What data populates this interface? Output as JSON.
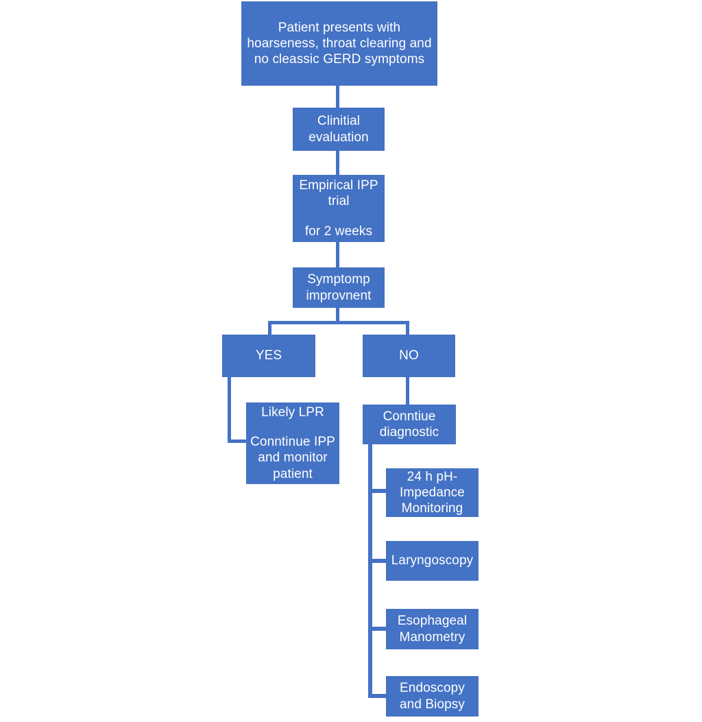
{
  "diagram": {
    "title": "LPR / GERD diagnostic flowchart",
    "background_color": "#FFFFFF",
    "node_fill_color": "#4472C4",
    "node_text_color": "#FFFFFF",
    "connector_color": "#4472C4"
  },
  "nodes": {
    "presentation": {
      "lines": [
        "Patient presents with hoarseness, throat clearing and no cleassic GERD symptoms"
      ]
    },
    "evaluation": {
      "lines": [
        "Clinitial evaluation"
      ]
    },
    "trial": {
      "lines": [
        "Empirical IPP trial",
        "for 2 weeks"
      ]
    },
    "improvement": {
      "lines": [
        "Symptomp improvnent"
      ]
    },
    "yes": {
      "lines": [
        "YES"
      ]
    },
    "no": {
      "lines": [
        "NO"
      ]
    },
    "likely_lpr": {
      "lines": [
        "Likely LPR",
        "Conntinue IPP and monitor patient"
      ]
    },
    "continue_diagnostic": {
      "lines": [
        "Conntiue diagnostic"
      ]
    },
    "ph_impedance": {
      "lines": [
        "24 h pH-Impedance Monitoring"
      ]
    },
    "laryngoscopy": {
      "lines": [
        "Laryngoscopy"
      ]
    },
    "manometry": {
      "lines": [
        "Esophageal Manometry"
      ]
    },
    "endoscopy": {
      "lines": [
        "Endoscopy and Biopsy"
      ]
    }
  }
}
